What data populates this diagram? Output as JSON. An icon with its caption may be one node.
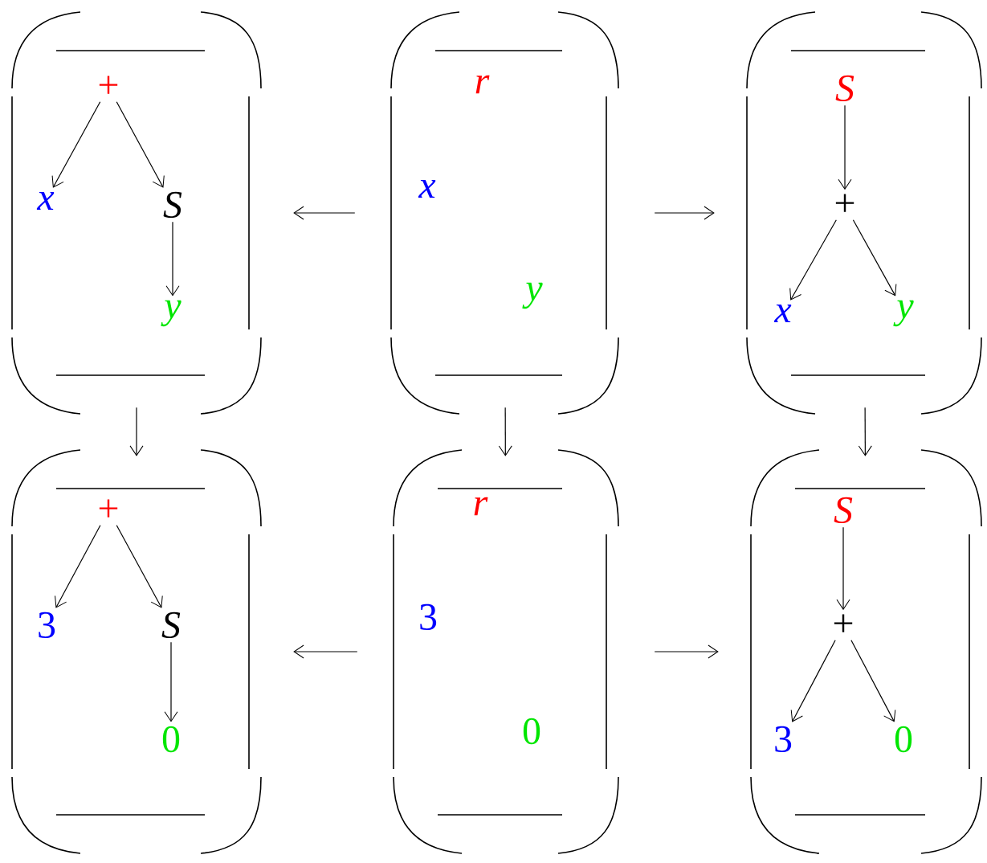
{
  "diagram": {
    "nodes": [
      {
        "text": [],
        "shape": "box"
      },
      {
        "text": [
          "+"
        ],
        "in": 0
      },
      {
        "text": [
          "x"
        ],
        "in": 0
      },
      {
        "text": [
          "S"
        ],
        "in": 0
      },
      {
        "text": [
          "y"
        ],
        "in": 0
      },
      {
        "text": [],
        "shape": "box"
      },
      {
        "text": [
          "r"
        ],
        "in": 5
      },
      {
        "text": [
          "x"
        ],
        "in": 5
      },
      {
        "text": [
          "y"
        ],
        "in": 5
      },
      {
        "text": [],
        "shape": "box"
      },
      {
        "text": [
          "S"
        ],
        "in": 9
      },
      {
        "text": [
          "+"
        ],
        "in": 9
      },
      {
        "text": [
          "x"
        ],
        "in": 9
      },
      {
        "text": [
          "y"
        ],
        "in": 9
      },
      {
        "text": [],
        "shape": "box"
      },
      {
        "text": [
          "+"
        ],
        "in": 14
      },
      {
        "text": [
          "3"
        ],
        "in": 14
      },
      {
        "text": [
          "S"
        ],
        "in": 14
      },
      {
        "text": [
          "0"
        ],
        "in": 14
      },
      {
        "text": [],
        "shape": "box"
      },
      {
        "text": [
          "r"
        ],
        "in": 19
      },
      {
        "text": [
          "3"
        ],
        "in": 19
      },
      {
        "text": [
          "0"
        ],
        "in": 19
      },
      {
        "text": [],
        "shape": "box"
      },
      {
        "text": [
          "S"
        ],
        "in": 23
      },
      {
        "text": [
          "+"
        ],
        "in": 23
      },
      {
        "text": [
          "3"
        ],
        "in": 23
      },
      {
        "text": [
          "0"
        ],
        "in": 23
      }
    ],
    "edges": [
      {
        "from": 1,
        "to": 2,
        "arrow": "to"
      },
      {
        "from": 1,
        "to": 3,
        "arrow": "to"
      },
      {
        "from": 3,
        "to": 4,
        "arrow": "to"
      },
      {
        "from": 10,
        "to": 11,
        "arrow": "to"
      },
      {
        "from": 11,
        "to": 12,
        "arrow": "to"
      },
      {
        "from": 11,
        "to": 13,
        "arrow": "to"
      },
      {
        "from": 15,
        "to": 16,
        "arrow": "to"
      },
      {
        "from": 15,
        "to": 17,
        "arrow": "to"
      },
      {
        "from": 17,
        "to": 18,
        "arrow": "to"
      },
      {
        "from": 24,
        "to": 25,
        "arrow": "to"
      },
      {
        "from": 25,
        "to": 26,
        "arrow": "to"
      },
      {
        "from": 25,
        "to": 27,
        "arrow": "to"
      },
      {
        "from": 5,
        "to": 0,
        "arrow": "to"
      },
      {
        "from": 5,
        "to": 9,
        "arrow": "to"
      },
      {
        "from": 0,
        "to": 14,
        "arrow": "to"
      },
      {
        "from": 5,
        "to": 19,
        "arrow": "to"
      },
      {
        "from": 9,
        "to": 23,
        "arrow": "to"
      },
      {
        "from": 19,
        "to": 14,
        "arrow": "to"
      },
      {
        "from": 19,
        "to": 23,
        "arrow": "to"
      }
    ]
  }
}
